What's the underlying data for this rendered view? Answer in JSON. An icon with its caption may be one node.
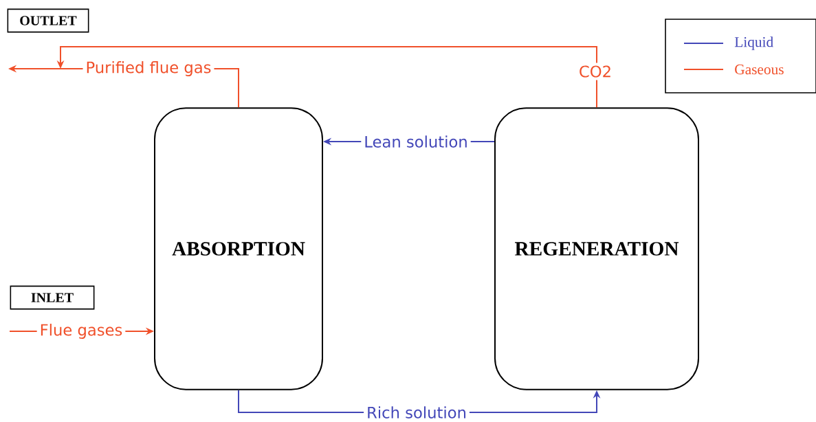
{
  "diagram": {
    "nodes": [
      {
        "text": [
          "OUTLET"
        ]
      },
      {
        "text": [
          "INLET"
        ]
      },
      {
        "text": [
          "ABSORPTION"
        ]
      },
      {
        "text": [
          "REGENERATION"
        ]
      }
    ],
    "edges": [
      {
        "from": 2,
        "to": null,
        "arrow": "to",
        "label": "Purified flue gas"
      },
      {
        "from": 3,
        "to": null,
        "arrow": "to",
        "label": "CO2"
      },
      {
        "from": 3,
        "to": 2,
        "arrow": "to",
        "label": "Lean solution",
        "color": "#4347b8"
      },
      {
        "from": null,
        "to": 2,
        "arrow": "to",
        "label": "Flue gases"
      },
      {
        "from": 2,
        "to": 3,
        "arrow": "to",
        "label": "Rich solution",
        "color": "#4347b8"
      }
    ],
    "legend": [
      {
        "text": "Liquid"
      },
      {
        "text": "Gaseous"
      }
    ]
  }
}
